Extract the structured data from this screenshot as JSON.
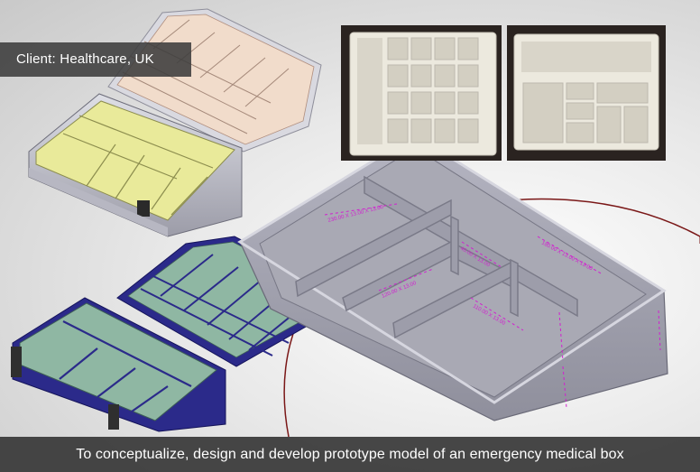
{
  "badge": {
    "client_text": "Client: Healthcare, UK"
  },
  "caption": {
    "text": "To conceptualize, design and develop prototype model of an emergency medical box"
  },
  "colors": {
    "badge_bg": "#3c3c3c",
    "caption_bg": "#373737",
    "tray_grey": "#a9a9b4",
    "tray_yellow": "#f1f0a8",
    "tray_peach": "#f1dccb",
    "tray_navy": "#2b2a8a",
    "tray_green": "#8fb7a3",
    "dimension_magenta": "#d21fd0",
    "photo_bg": "#2a2320",
    "photo_plastic": "#ece9de"
  },
  "images": [
    {
      "name": "yellow-peach-box-render"
    },
    {
      "name": "navy-green-box-render"
    },
    {
      "name": "grey-tray-dimensioned-render"
    },
    {
      "name": "prototype-photo-compartments"
    },
    {
      "name": "prototype-photo-shelves"
    }
  ]
}
